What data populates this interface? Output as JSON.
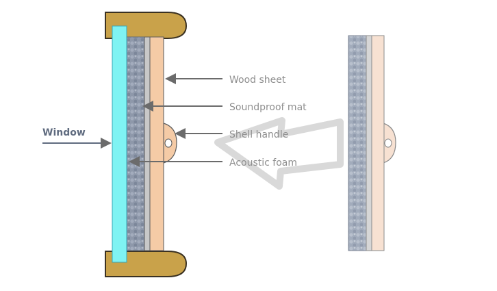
{
  "labels": {
    "window": "Window",
    "wood_sheet": "Wood sheet",
    "soundproof_mat": "Soundproof mat",
    "shell_handle": "Shell handle",
    "acoustic_foam": "Acoustic foam"
  },
  "colors": {
    "frame": "#c9a24a",
    "frame_stroke": "#3a3122",
    "glass": "#7ff3f3",
    "foam": "#8e98aa",
    "mat": "#c8c8c8",
    "wood": "#f5cba6",
    "wood_light": "#f7e1d2",
    "label_text": "#8f8f8f",
    "window_label": "#5f6b7f",
    "leader": "#6b6b6b",
    "big_arrow": "#d9d9d9"
  },
  "icons": {
    "leader_arrow": "arrow-left-icon",
    "window_arrow": "arrow-right-icon",
    "direction_arrow": "large-left-arrow-icon"
  }
}
